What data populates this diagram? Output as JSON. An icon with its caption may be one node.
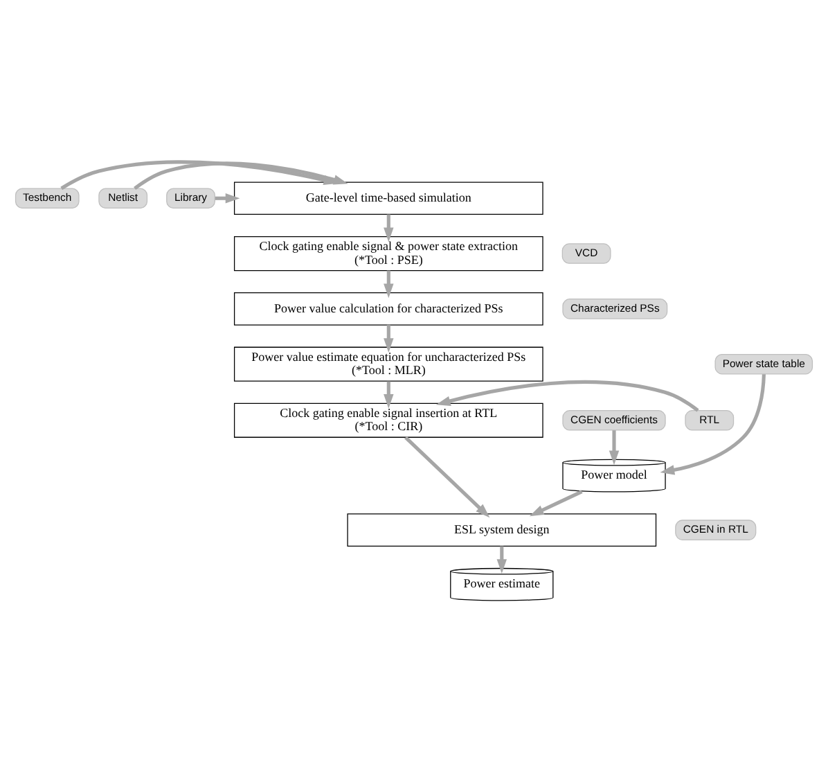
{
  "diagram": {
    "nodes": [
      {
        "text": [
          "Testbench"
        ]
      },
      {
        "text": [
          "Netlist"
        ]
      },
      {
        "text": [
          "Library"
        ]
      },
      {
        "text": [
          "Gate-level time-based simulation"
        ]
      },
      {
        "text": [
          "VCD"
        ]
      },
      {
        "text": [
          "Clock gating enable signal & power state extraction",
          "(*Tool : PSE)"
        ]
      },
      {
        "text": [
          "Characterized PSs"
        ]
      },
      {
        "text": [
          "Power value calculation for characterized PSs"
        ]
      },
      {
        "text": [
          "Power state table"
        ]
      },
      {
        "text": [
          "Power value estimate equation for uncharacterized PSs",
          "(*Tool : MLR)"
        ]
      },
      {
        "text": [
          "CGEN coefficients"
        ]
      },
      {
        "text": [
          "RTL"
        ]
      },
      {
        "text": [
          "Clock gating enable signal insertion at RTL",
          "(*Tool : CIR)"
        ]
      },
      {
        "text": [
          "CGEN in RTL"
        ]
      },
      {
        "text": [
          "ESL system design"
        ]
      },
      {
        "text": [
          "Power estimate"
        ]
      },
      {
        "text": [
          "Power model"
        ]
      }
    ],
    "edges": [
      {
        "from": 0,
        "to": 3,
        "arrow": "to"
      },
      {
        "from": 1,
        "to": 3,
        "arrow": "to"
      },
      {
        "from": 2,
        "to": 3,
        "arrow": "to"
      },
      {
        "from": 3,
        "to": 5,
        "arrow": "to"
      },
      {
        "from": 5,
        "to": 7,
        "arrow": "to"
      },
      {
        "from": 7,
        "to": 9,
        "arrow": "to"
      },
      {
        "from": 8,
        "to": 16,
        "arrow": "to"
      },
      {
        "from": 10,
        "to": 16,
        "arrow": "to"
      },
      {
        "from": 9,
        "to": 12,
        "arrow": "to"
      },
      {
        "from": 11,
        "to": 12,
        "arrow": "to"
      },
      {
        "from": 12,
        "to": 14,
        "arrow": "to"
      },
      {
        "from": 16,
        "to": 14,
        "arrow": "to"
      },
      {
        "from": 14,
        "to": 15,
        "arrow": "to"
      }
    ]
  }
}
